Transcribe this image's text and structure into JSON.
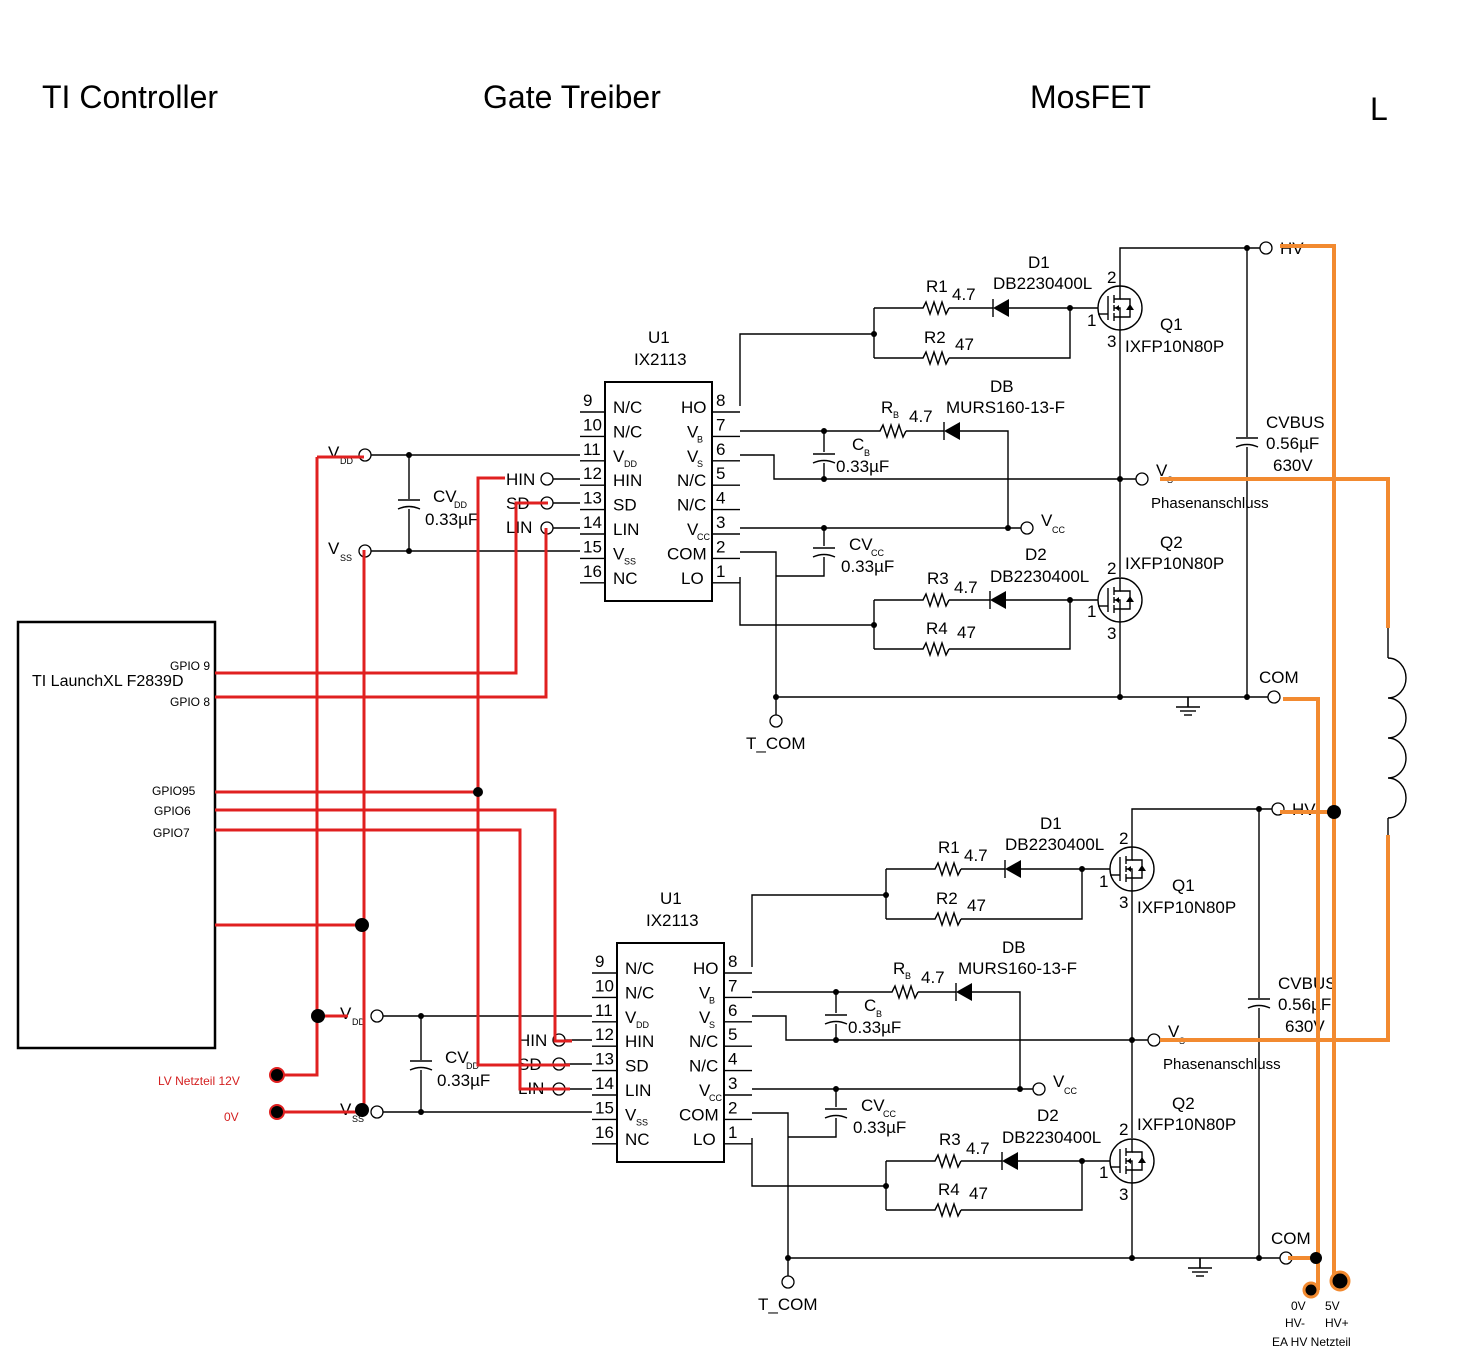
{
  "headers": {
    "controller": "TI Controller",
    "driver": "Gate Treiber",
    "mosfet": "MosFET",
    "inductor": "L"
  },
  "controller_box": {
    "label": "TI LaunchXL F2839D",
    "gpio9": "GPIO 9",
    "gpio8": "GPIO 8",
    "gpio95": "GPIO95",
    "gpio6": "GPIO6",
    "gpio7": "GPIO7"
  },
  "power": {
    "lv": "LV Netzteil 12V",
    "zero": "0V"
  },
  "hv_supply": {
    "zero": "0V",
    "five": "5V",
    "hv_minus": "HV-",
    "hv_plus": "HV+",
    "name": "EA HV Netzteil"
  },
  "stages": [
    {
      "ic_ref": "U1",
      "ic_part": "IX2113",
      "left_pins": [
        {
          "num": "9",
          "name": "N/C"
        },
        {
          "num": "10",
          "name": "N/C"
        },
        {
          "num": "11",
          "name": "V",
          "sub": "DD"
        },
        {
          "num": "12",
          "name": "HIN"
        },
        {
          "num": "13",
          "name": "SD"
        },
        {
          "num": "14",
          "name": "LIN"
        },
        {
          "num": "15",
          "name": "V",
          "sub": "SS"
        },
        {
          "num": "16",
          "name": "NC"
        }
      ],
      "right_pins": [
        {
          "num": "8",
          "name": "HO"
        },
        {
          "num": "7",
          "name": "V",
          "sub": "B"
        },
        {
          "num": "6",
          "name": "V",
          "sub": "S"
        },
        {
          "num": "5",
          "name": "N/C"
        },
        {
          "num": "4",
          "name": "N/C"
        },
        {
          "num": "3",
          "name": "V",
          "sub": "CC"
        },
        {
          "num": "2",
          "name": "COM"
        },
        {
          "num": "1",
          "name": "LO"
        }
      ],
      "vdd": "V",
      "vdd_sub": "DD",
      "vss": "V",
      "vss_sub": "SS",
      "hin": "HIN",
      "sd": "SD",
      "lin": "LIN",
      "cvdd": "CV",
      "cvdd_sub": "DD",
      "cvdd_val": "0.33µF",
      "r1": "R1",
      "r1_val": "4.7",
      "r2": "R2",
      "r2_val": "47",
      "d1": "D1",
      "d1_part": "DB2230400L",
      "q1": "Q1",
      "q1_part": "IXFP10N80P",
      "rb": "R",
      "rb_sub": "B",
      "rb_val": "4.7",
      "db": "DB",
      "db_part": "MURS160-13-F",
      "cb": "C",
      "cb_sub": "B",
      "cb_val": "0.33µF",
      "cvcc": "CV",
      "cvcc_sub": "CC",
      "cvcc_val": "0.33µF",
      "vcc": "V",
      "vcc_sub": "CC",
      "vs": "V",
      "vs_sub": "S",
      "phase": "Phasenanschluss",
      "cvbus": "CVBUS",
      "cvbus_val": "0.56µF",
      "cvbus_volt": "630V",
      "hv": "HV",
      "com": "COM",
      "q2": "Q2",
      "q2_part": "IXFP10N80P",
      "d2": "D2",
      "d2_part": "DB2230400L",
      "r3": "R3",
      "r3_val": "4.7",
      "r4": "R4",
      "r4_val": "47",
      "tcom": "T_COM",
      "pin2": "2",
      "pin1": "1",
      "pin3": "3"
    },
    {
      "ic_ref": "U1",
      "ic_part": "IX2113",
      "left_pins": [
        {
          "num": "9",
          "name": "N/C"
        },
        {
          "num": "10",
          "name": "N/C"
        },
        {
          "num": "11",
          "name": "V",
          "sub": "DD"
        },
        {
          "num": "12",
          "name": "HIN"
        },
        {
          "num": "13",
          "name": "SD"
        },
        {
          "num": "14",
          "name": "LIN"
        },
        {
          "num": "15",
          "name": "V",
          "sub": "SS"
        },
        {
          "num": "16",
          "name": "NC"
        }
      ],
      "right_pins": [
        {
          "num": "8",
          "name": "HO"
        },
        {
          "num": "7",
          "name": "V",
          "sub": "B"
        },
        {
          "num": "6",
          "name": "V",
          "sub": "S"
        },
        {
          "num": "5",
          "name": "N/C"
        },
        {
          "num": "4",
          "name": "N/C"
        },
        {
          "num": "3",
          "name": "V",
          "sub": "CC"
        },
        {
          "num": "2",
          "name": "COM"
        },
        {
          "num": "1",
          "name": "LO"
        }
      ],
      "vdd": "V",
      "vdd_sub": "DD",
      "vss": "V",
      "vss_sub": "SS",
      "hin": "HIN",
      "sd": "SD",
      "lin": "LIN",
      "cvdd": "CV",
      "cvdd_sub": "DD",
      "cvdd_val": "0.33µF",
      "r1": "R1",
      "r1_val": "4.7",
      "r2": "R2",
      "r2_val": "47",
      "d1": "D1",
      "d1_part": "DB2230400L",
      "q1": "Q1",
      "q1_part": "IXFP10N80P",
      "rb": "R",
      "rb_sub": "B",
      "rb_val": "4.7",
      "db": "DB",
      "db_part": "MURS160-13-F",
      "cb": "C",
      "cb_sub": "B",
      "cb_val": "0.33µF",
      "cvcc": "CV",
      "cvcc_sub": "CC",
      "cvcc_val": "0.33µF",
      "vcc": "V",
      "vcc_sub": "CC",
      "vs": "V",
      "vs_sub": "S",
      "phase": "Phasenanschluss",
      "cvbus": "CVBUS",
      "cvbus_val": "0.56µF",
      "cvbus_volt": "630V",
      "hv": "HV",
      "com": "COM",
      "q2": "Q2",
      "q2_part": "IXFP10N80P",
      "d2": "D2",
      "d2_part": "DB2230400L",
      "r3": "R3",
      "r3_val": "4.7",
      "r4": "R4",
      "r4_val": "47",
      "tcom": "T_COM",
      "pin2": "2",
      "pin1": "1",
      "pin3": "3"
    }
  ]
}
